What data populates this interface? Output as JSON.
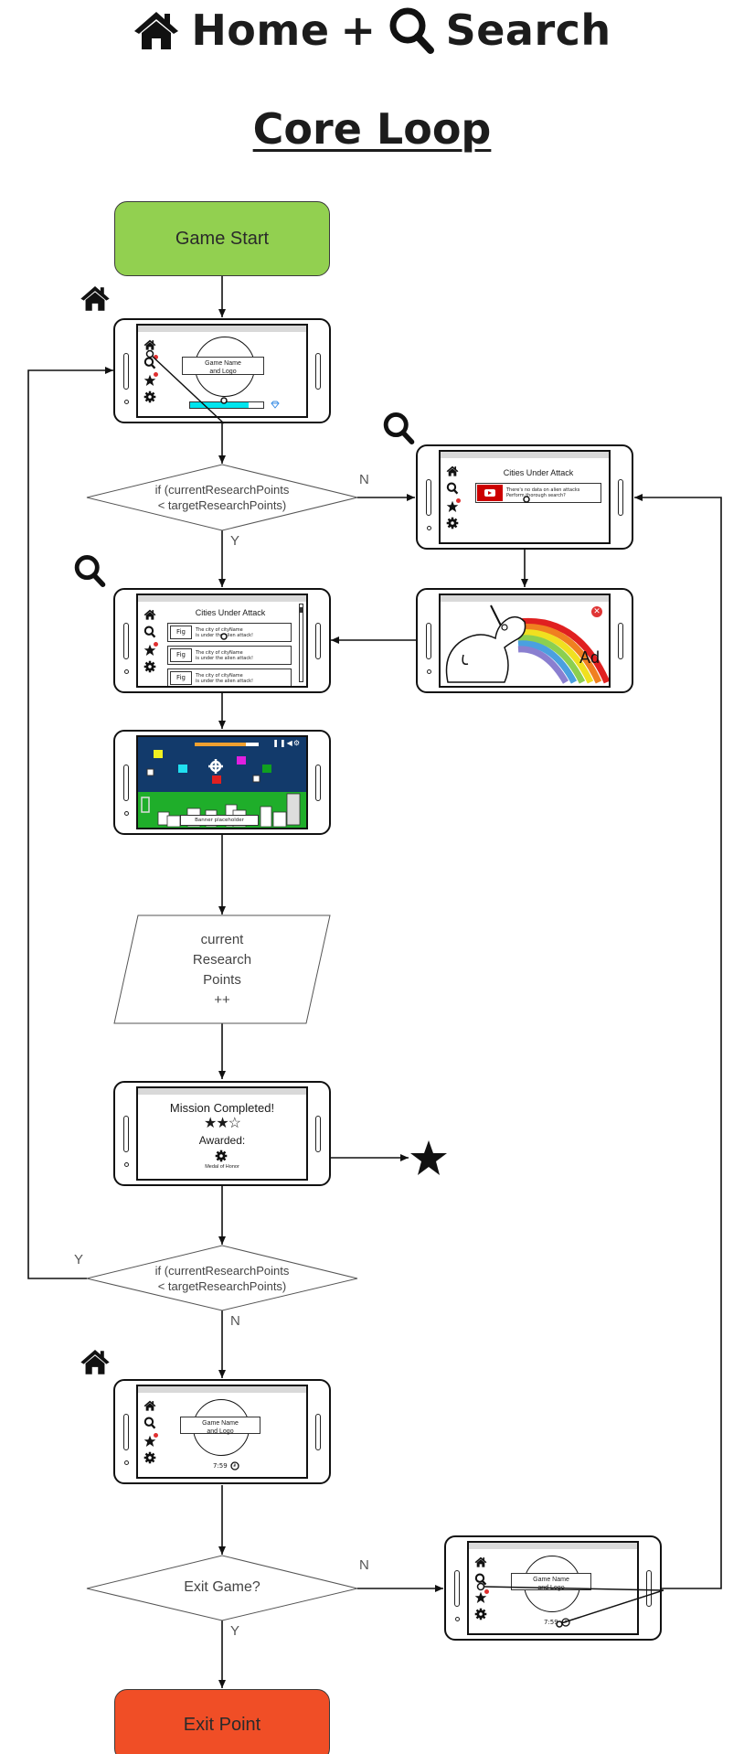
{
  "header": {
    "title_home": "Home",
    "title_plus": "+",
    "title_search": "Search",
    "subtitle": "Core Loop"
  },
  "flow": {
    "start": "Game Start",
    "decision_research_1": {
      "line1": "if (currentResearchPoints",
      "line2": "< targetResearchPoints)",
      "yes": "Y",
      "no": "N"
    },
    "process_points": {
      "lines": [
        "current",
        "Research",
        "Points",
        "++"
      ]
    },
    "decision_research_2": {
      "line1": "if (currentResearchPoints",
      "line2": "< targetResearchPoints)",
      "yes": "Y",
      "no": "N"
    },
    "decision_exit": {
      "label": "Exit Game?",
      "yes": "Y",
      "no": "N"
    },
    "exit": "Exit Point"
  },
  "colors": {
    "start_fill": "#92d050",
    "exit_fill": "#f04e26",
    "progress_fill": "#00e5ee",
    "notification_dot": "#e03030",
    "game_sky": "#123a6b",
    "game_ground": "#1fae2a"
  },
  "screens": {
    "home": {
      "nav_icons": [
        "home-icon",
        "search-icon",
        "star-icon",
        "gear-icon"
      ],
      "logo_text_1": "Game Name",
      "logo_text_2": "and Logo",
      "progress_fraction": 0.8,
      "currency_icon": "diamond-icon"
    },
    "search": {
      "title": "Cities Under Attack",
      "notice_line1": "There's no data on alien attacks",
      "notice_line2": "Perform thorough search?"
    },
    "cities": {
      "title": "Cities Under Attack",
      "items": [
        {
          "fig": "Fig",
          "line1": "The city of cityName",
          "line2": "is under the alien attack!"
        },
        {
          "fig": "Fig",
          "line1": "The city of cityName",
          "line2": "is under the alien attack!"
        },
        {
          "fig": "Fig",
          "line1": "The city of cityName",
          "line2": "is under the alien attack!"
        }
      ]
    },
    "ad": {
      "label": "Ad"
    },
    "game": {
      "banner": "Banner placeholder",
      "health_fraction": 0.8
    },
    "mission": {
      "title": "Mission Completed!",
      "stars_earned": 2,
      "stars_total": 3,
      "awarded_label": "Awarded:",
      "medal": "Medal of Honor"
    },
    "home_timer": {
      "logo_text_1": "Game Name",
      "logo_text_2": "and Logo",
      "timer": "7:59"
    },
    "home_exit": {
      "logo_text_1": "Game Name",
      "logo_text_2": "and Logo",
      "timer": "7:59"
    }
  }
}
